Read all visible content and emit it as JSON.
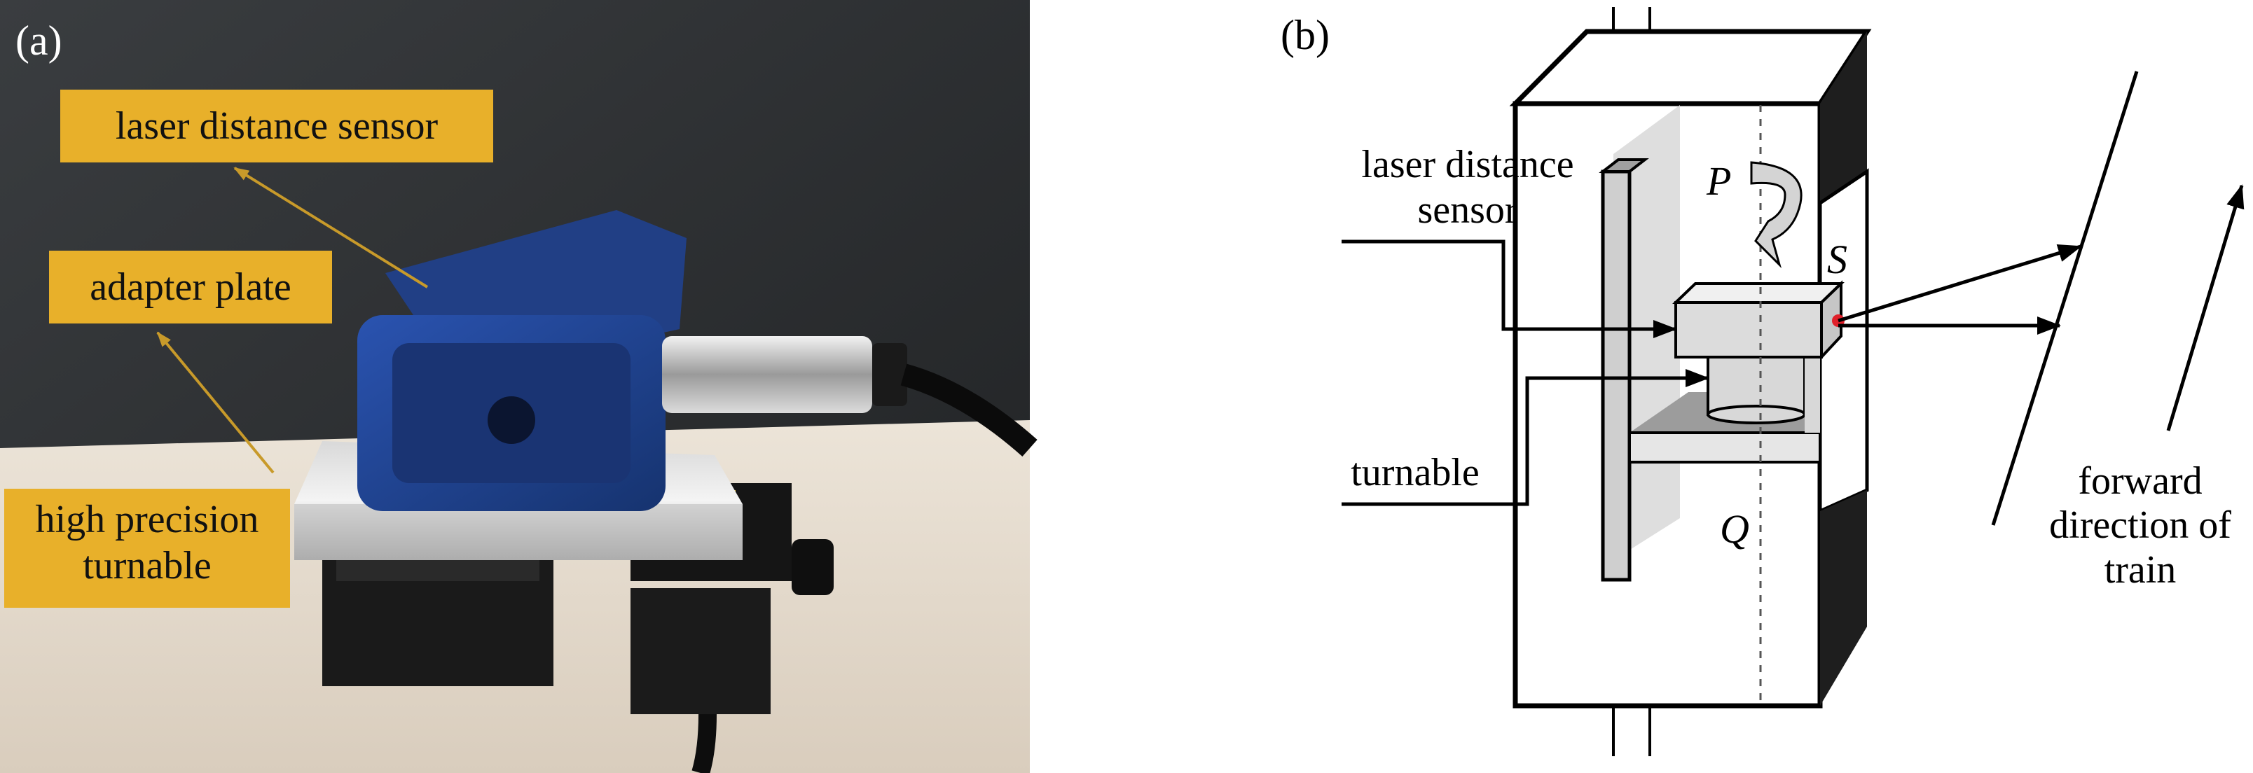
{
  "panel_a": {
    "label": "(a)",
    "callouts": {
      "sensor": "laser distance sensor",
      "adapter": "adapter plate",
      "turnable_line1": "high precision",
      "turnable_line2": "turnable"
    },
    "colors": {
      "callout_box": "#e8b02a",
      "sensor_body": "#1d3f8f",
      "background_wall": "#2b2d2f",
      "table": "#e6dccf"
    }
  },
  "panel_b": {
    "label": "(b)",
    "labels": {
      "sensor_line1": "laser distance",
      "sensor_line2": "sensor",
      "turnable": "turnable",
      "forward_line1": "forward",
      "forward_line2": "direction of",
      "forward_line3": "train"
    },
    "variables": {
      "p": "P",
      "s": "S",
      "q": "Q"
    },
    "colors": {
      "laser_point": "#e0202a"
    }
  }
}
